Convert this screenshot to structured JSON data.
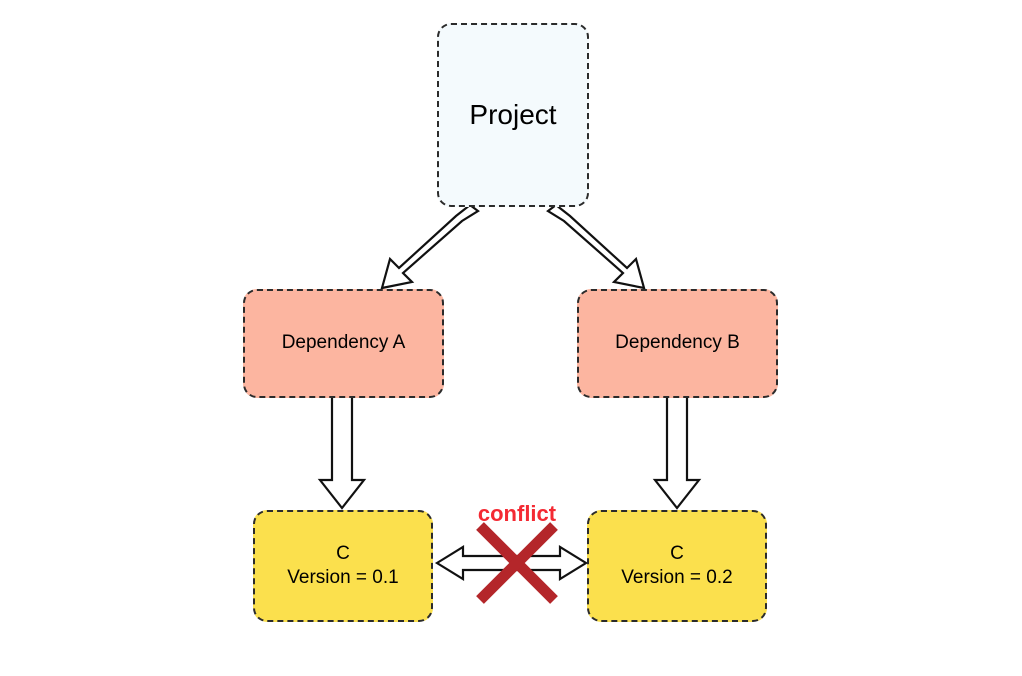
{
  "diagram": {
    "title_text": "Project",
    "background_color": "#ffffff",
    "nodes": {
      "project": {
        "label": "Project",
        "fill": "#f4fafd",
        "border": "#2b2b2b",
        "border_style": "dashed"
      },
      "dependency_a": {
        "label": "Dependency A",
        "fill": "#fcb5a0",
        "border": "#2b2b2b",
        "border_style": "dashed"
      },
      "dependency_b": {
        "label": "Dependency B",
        "fill": "#fcb5a0",
        "border": "#2b2b2b",
        "border_style": "dashed"
      },
      "package_c_left": {
        "name": "C",
        "version_line": "Version = 0.1",
        "fill": "#fbe04d",
        "border": "#2b2b2b",
        "border_style": "dashed"
      },
      "package_c_right": {
        "name": "C",
        "version_line": "Version = 0.2",
        "fill": "#fbe04d",
        "border": "#2b2b2b",
        "border_style": "dashed"
      }
    },
    "conflict": {
      "label": "conflict",
      "color": "#f42a33",
      "cross_color": "#b4262a",
      "marker_icon": "cross-mark-icon"
    },
    "edges": [
      {
        "id": "project-to-dependency-a",
        "from": "project",
        "to": "dependency_a",
        "style": "hollow-block-arrow",
        "direction": "single"
      },
      {
        "id": "project-to-dependency-b",
        "from": "project",
        "to": "dependency_b",
        "style": "hollow-block-arrow",
        "direction": "single"
      },
      {
        "id": "dependency-a-to-package-c-left",
        "from": "dependency_a",
        "to": "package_c_left",
        "style": "hollow-block-arrow",
        "direction": "single"
      },
      {
        "id": "dependency-b-to-package-c-right",
        "from": "dependency_b",
        "to": "package_c_right",
        "style": "hollow-block-arrow",
        "direction": "single"
      },
      {
        "id": "package-c-left-to-package-c-right",
        "from": "package_c_left",
        "to": "package_c_right",
        "style": "hollow-block-arrow",
        "direction": "double"
      }
    ]
  }
}
